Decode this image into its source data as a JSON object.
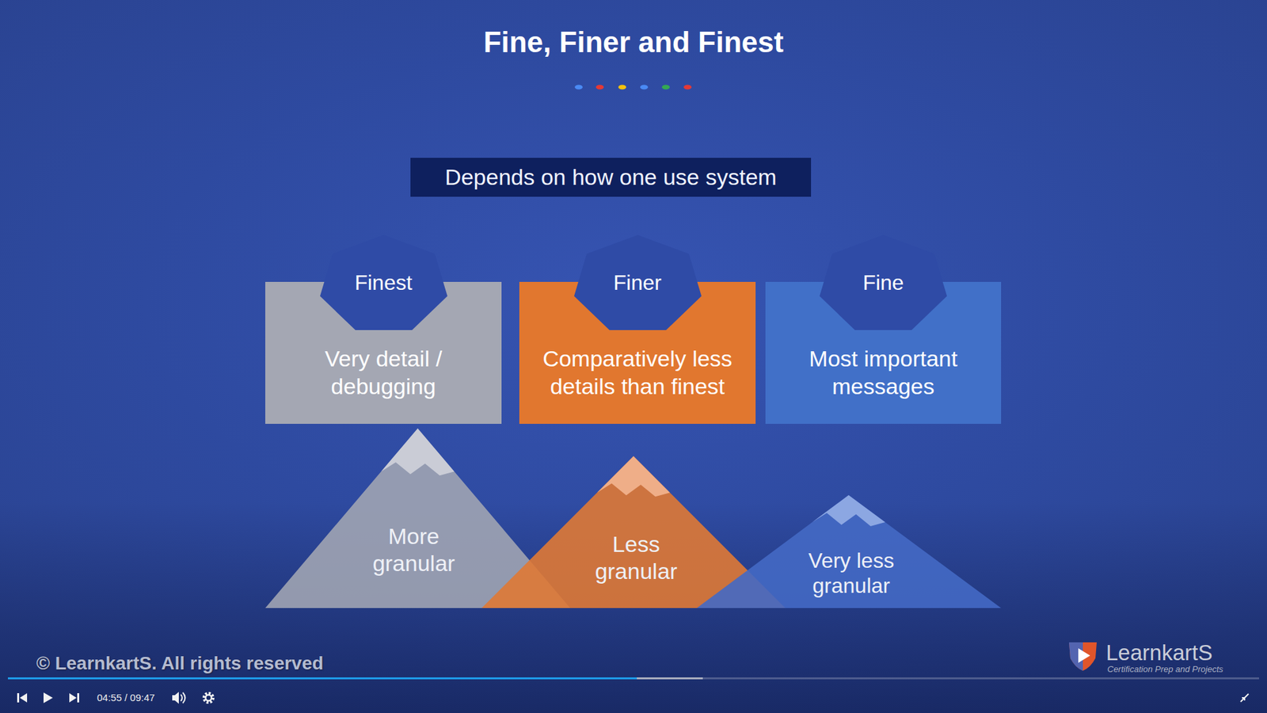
{
  "diagram": {
    "title": "Fine, Finer and Finest",
    "nodes": [
      {
        "text": [
          "Depends on how one use system"
        ]
      },
      {
        "text": [
          "Finest",
          "Very detail / debugging"
        ]
      },
      {
        "text": [
          "Finer",
          "Comparatively less details than finest"
        ]
      },
      {
        "text": [
          "Fine",
          "Most important messages"
        ]
      },
      {
        "text": [
          "More granular"
        ]
      },
      {
        "text": [
          "Less granular"
        ]
      },
      {
        "text": [
          "Very less granular"
        ]
      }
    ],
    "labels": [
      "© LearnkartS. All rights reserved",
      "04:55 / 09:47",
      "LearnkartS",
      "Certification Prep and Projects"
    ]
  }
}
